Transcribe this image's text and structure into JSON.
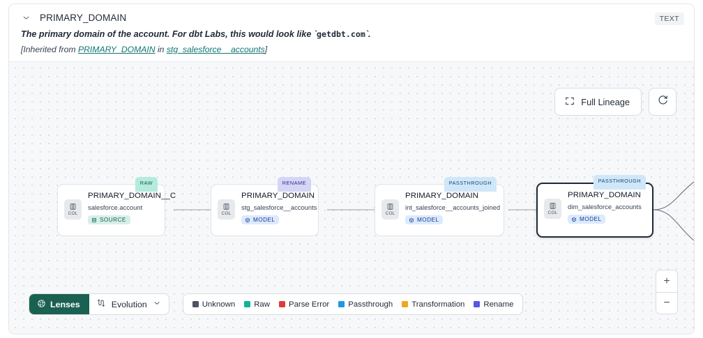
{
  "header": {
    "collapse_icon": "chevron-down-icon",
    "title": "PRIMARY_DOMAIN",
    "type_badge": "TEXT",
    "description_pre": "The primary domain of the account. For dbt Labs, this would look like `",
    "description_code": "getdbt.com",
    "description_post": "`.",
    "inherit_prefix": "[Inherited from ",
    "inherit_link_1": "PRIMARY_DOMAIN",
    "inherit_mid": " in ",
    "inherit_link_2": "stg_salesforce__accounts",
    "inherit_suffix": "]"
  },
  "controls": {
    "full_lineage_label": "Full Lineage",
    "full_lineage_icon": "expand-icon",
    "refresh_icon": "refresh-icon",
    "zoom_in_label": "+",
    "zoom_out_label": "−"
  },
  "lineage": {
    "nodes": [
      {
        "badge": "RAW",
        "badge_kind": "raw",
        "col_label": "COL",
        "name": "PRIMARY_DOMAIN__C",
        "subtitle": "salesforce.account",
        "chip": "SOURCE",
        "chip_kind": "source",
        "selected": false
      },
      {
        "badge": "RENAME",
        "badge_kind": "rename",
        "col_label": "COL",
        "name": "PRIMARY_DOMAIN",
        "subtitle": "stg_salesforce__accounts",
        "chip": "MODEL",
        "chip_kind": "model",
        "selected": false
      },
      {
        "badge": "PASSTHROUGH",
        "badge_kind": "passthrough",
        "col_label": "COL",
        "name": "PRIMARY_DOMAIN",
        "subtitle": "int_salesforce__accounts_joined",
        "chip": "MODEL",
        "chip_kind": "model",
        "selected": false
      },
      {
        "badge": "PASSTHROUGH",
        "badge_kind": "passthrough",
        "col_label": "COL",
        "name": "PRIMARY_DOMAIN",
        "subtitle": "dim_salesforce_accounts",
        "chip": "MODEL",
        "chip_kind": "model",
        "selected": true
      }
    ]
  },
  "toolbar": {
    "lenses_label": "Lenses",
    "lenses_icon": "aperture-icon",
    "evolution_label": "Evolution",
    "evolution_icon": "evolution-icon",
    "evolution_caret": "chevron-down-icon"
  },
  "legend": {
    "items": [
      {
        "label": "Unknown",
        "color": "#4b5563"
      },
      {
        "label": "Raw",
        "color": "#10b39a"
      },
      {
        "label": "Parse Error",
        "color": "#e03b3b"
      },
      {
        "label": "Passthrough",
        "color": "#1b9ae0"
      },
      {
        "label": "Transformation",
        "color": "#f0a820"
      },
      {
        "label": "Rename",
        "color": "#5b55e8"
      }
    ]
  }
}
